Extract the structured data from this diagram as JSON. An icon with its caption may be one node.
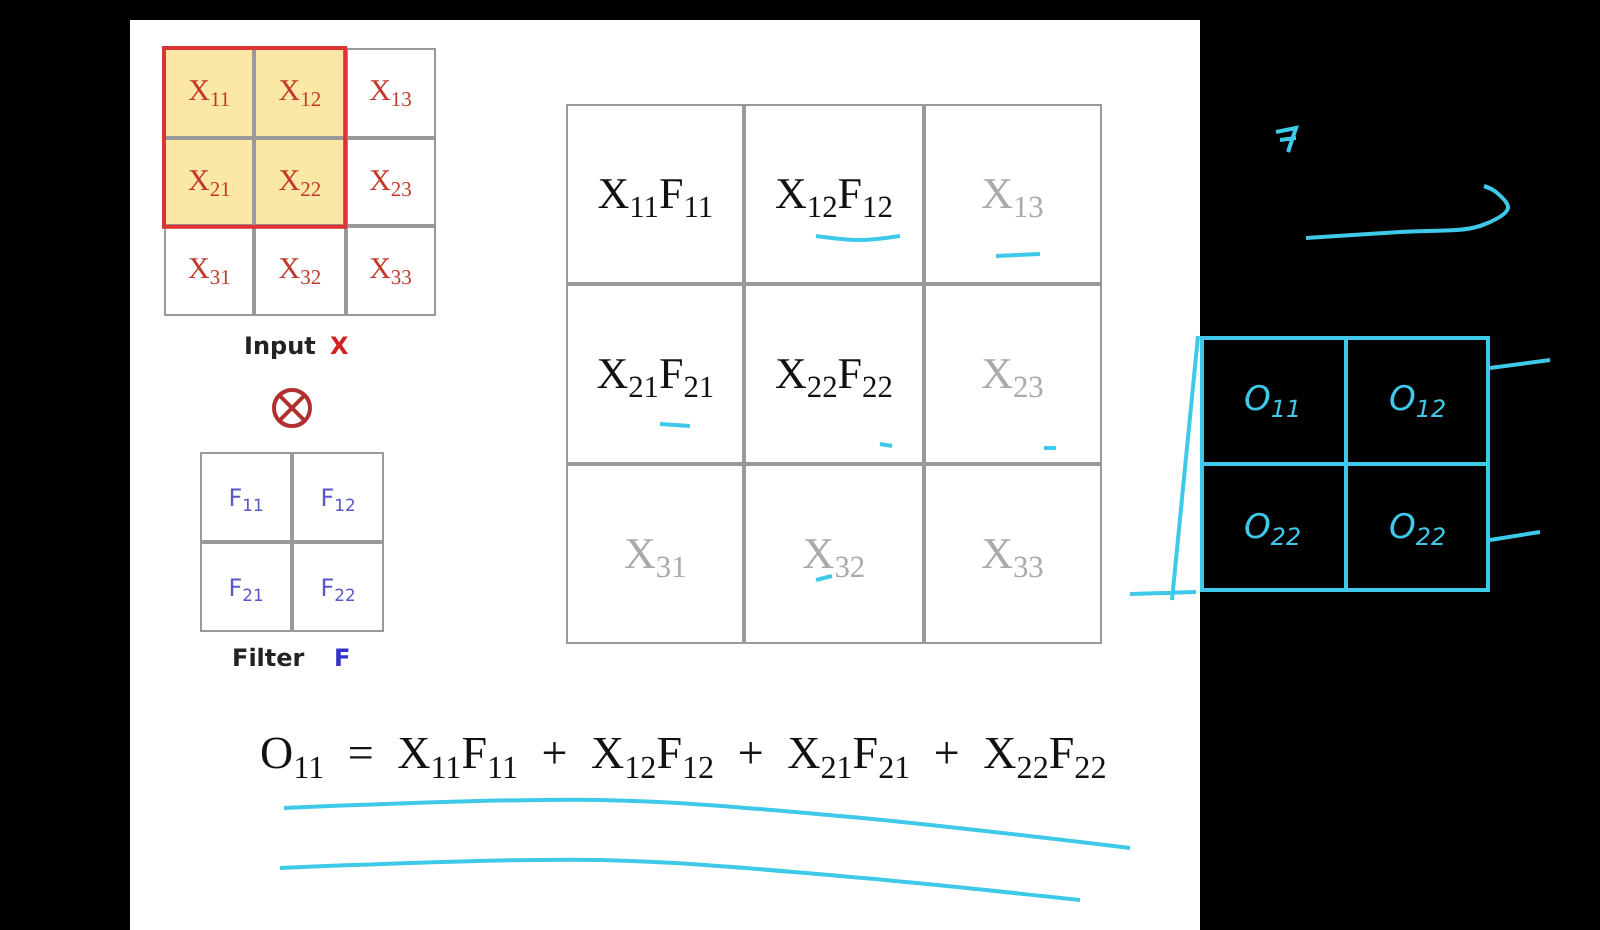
{
  "diagram": {
    "nodes": [
      {
        "text": [],
        "shape": "box"
      },
      {
        "text": [
          "X$_{11}$"
        ],
        "in": 0
      },
      {
        "text": [
          "X$_{12}$"
        ],
        "in": 0
      },
      {
        "text": [
          "X$_{13}$"
        ],
        "in": 0
      },
      {
        "text": [
          "X$_{21}$"
        ],
        "in": 0
      },
      {
        "text": [
          "X$_{22}$"
        ],
        "in": 0
      },
      {
        "text": [
          "X$_{23}$"
        ],
        "in": 0
      },
      {
        "text": [
          "X$_{31}$"
        ],
        "in": 0
      },
      {
        "text": [
          "X$_{32}$"
        ],
        "in": 0
      },
      {
        "text": [
          "X$_{33}$"
        ],
        "in": 0
      },
      {
        "text": [],
        "shape": "box"
      },
      {
        "text": [
          "F$_{11}$"
        ],
        "in": 10
      },
      {
        "text": [
          "F$_{12}$"
        ],
        "in": 10
      },
      {
        "text": [
          "F$_{21}$"
        ],
        "in": 10
      },
      {
        "text": [
          "F$_{22}$"
        ],
        "in": 10
      },
      {
        "text": [],
        "shape": "box"
      },
      {
        "text": [
          "X$_{11}$F$_{11}$"
        ],
        "in": 15
      },
      {
        "text": [
          "X$_{12}$F$_{12}$"
        ],
        "in": 15
      },
      {
        "text": [
          "X$_{13}$"
        ],
        "in": 15
      },
      {
        "text": [
          "X$_{21}$F$_{21}$"
        ],
        "in": 15
      },
      {
        "text": [
          "X$_{22}$F$_{22}$"
        ],
        "in": 15
      },
      {
        "text": [
          "X$_{23}$"
        ],
        "in": 15
      },
      {
        "text": [
          "X$_{31}$"
        ],
        "in": 15
      },
      {
        "text": [
          "X$_{32}$"
        ],
        "in": 15
      },
      {
        "text": [
          "X$_{33}$"
        ],
        "in": 15
      },
      {
        "text": [],
        "shape": "box"
      },
      {
        "text": [
          "O$_{11}$"
        ],
        "in": 25
      },
      {
        "text": [
          "O$_{12}$"
        ],
        "in": 25
      },
      {
        "text": [
          "O$_{22}$"
        ],
        "in": 25
      },
      {
        "text": [
          "O$_{22}$"
        ],
        "in": 25
      }
    ],
    "labels": [
      "Input",
      "X",
      "Filter",
      "F",
      "O$_{11}$ = X$_{11}$F$_{11}$ + X$_{12}$F$_{12}$ + X$_{21}$F$_{21}$ + X$_{22}$F$_{22}$"
    ]
  }
}
